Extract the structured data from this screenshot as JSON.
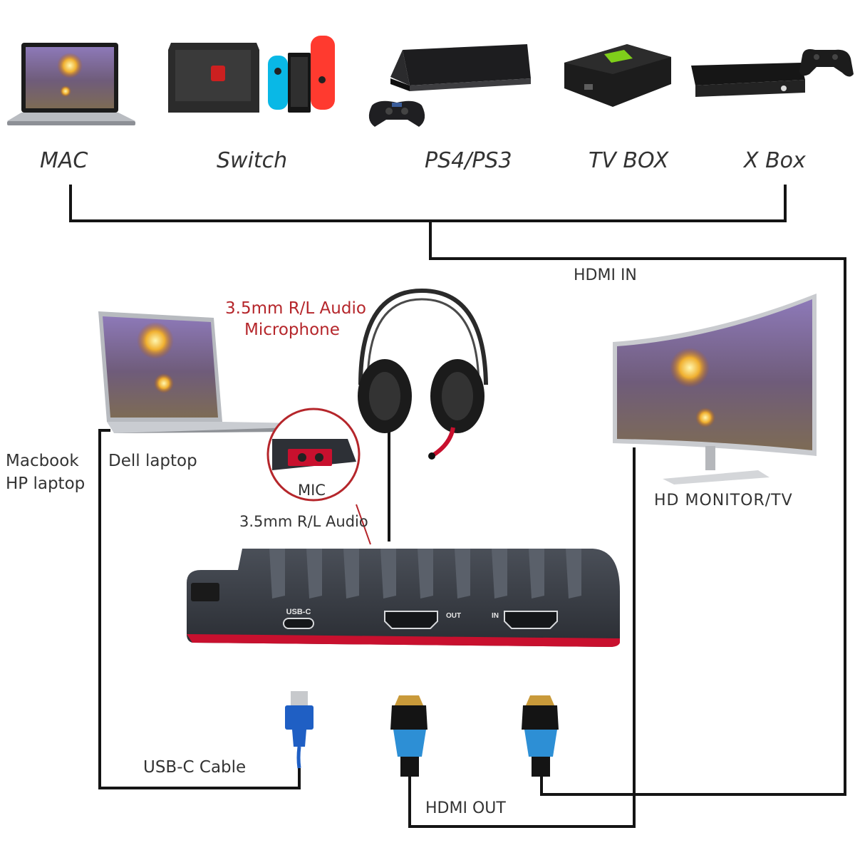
{
  "sources": {
    "mac": "MAC",
    "switch": "Switch",
    "ps": "PS4/PS3",
    "tvbox": "TV BOX",
    "xbox": "X Box"
  },
  "labels": {
    "hdmi_in": "HDMI IN",
    "audio_mic_line1": "3.5mm R/L Audio",
    "audio_mic_line2": "Microphone",
    "macbook": "Macbook",
    "hp_laptop": "HP laptop",
    "dell_laptop": "Dell laptop",
    "mic": "MIC",
    "audio_port": "3.5mm R/L Audio",
    "monitor": "HD MONITOR/TV",
    "usbc_cable": "USB-C Cable",
    "hdmi_out": "HDMI OUT"
  },
  "device_ports": {
    "usbc": "USB-C",
    "out": "OUT",
    "in": "IN"
  },
  "colors": {
    "line": "#141414",
    "device_body": "#3d4149",
    "device_accent": "#c8102e",
    "label_red": "#b5262b",
    "usb_blue": "#1f5fc4",
    "hdmi_blue": "#2d8fd5",
    "connector_gold": "#c99a3a"
  },
  "icons": [
    "laptop-icon",
    "nintendo-switch-icon",
    "playstation-icon",
    "tv-box-icon",
    "xbox-icon",
    "headset-icon",
    "monitor-icon",
    "capture-card-device",
    "usb-plug-icon",
    "hdmi-plug-icon"
  ]
}
